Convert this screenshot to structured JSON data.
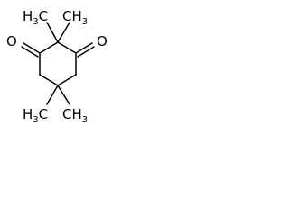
{
  "molecule": {
    "atoms": {
      "oxygen_left": "O",
      "oxygen_right": "O",
      "methyl_top_left": {
        "main": "H",
        "sub": "3",
        "tail": "C"
      },
      "methyl_top_right": {
        "main": "CH",
        "sub": "3"
      },
      "methyl_bottom_left": {
        "main": "H",
        "sub": "3",
        "tail": "C"
      },
      "methyl_bottom_right": {
        "main": "CH",
        "sub": "3"
      }
    }
  }
}
